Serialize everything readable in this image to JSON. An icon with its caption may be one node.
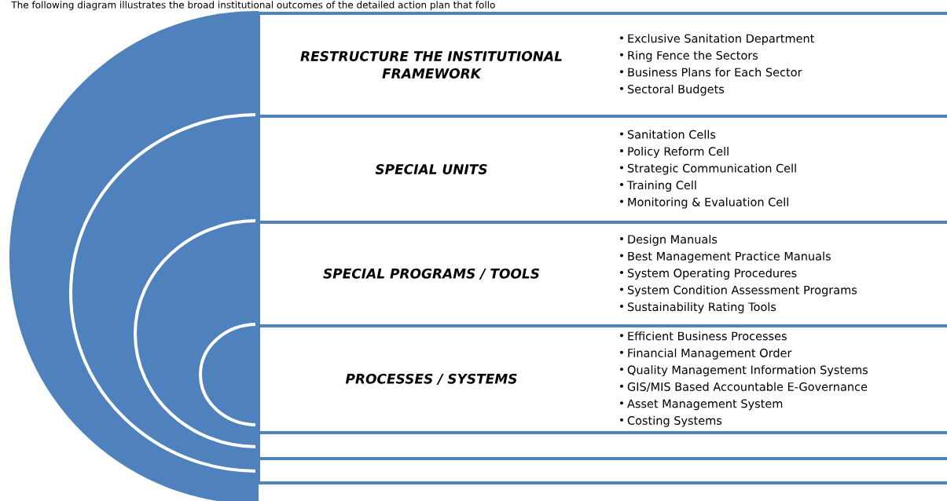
{
  "diagram": {
    "nodes": [
      {
        "text": [
          "RESTRUCTURE THE INSTITUTIONAL FRAMEWORK",
          "Exclusive Sanitation Department",
          "Ring Fence the Sectors",
          "Business Plans for Each Sector",
          "Sectoral Budgets"
        ]
      },
      {
        "text": [
          "SPECIAL UNITS",
          "Sanitation Cells",
          "Policy Reform Cell",
          "Strategic Communication Cell",
          "Training Cell",
          "Monitoring & Evaluation Cell"
        ]
      },
      {
        "text": [
          "SPECIAL PROGRAMS / TOOLS",
          "Design Manuals",
          "Best Management Practice Manuals",
          "System Operating Procedures",
          "System Condition Assessment Programs",
          "Sustainability Rating Tools"
        ]
      },
      {
        "text": [
          "PROCESSES / SYSTEMS",
          "Efficient Business Processes",
          "Financial Management Order",
          "Quality Management Information Systems",
          "GIS/MIS Based Accountable E-Governance",
          "Asset Management System",
          "Costing Systems"
        ]
      },
      {
        "text": [],
        "shape": "box"
      },
      {
        "text": [],
        "shape": "box"
      }
    ],
    "edges": [],
    "labels": [
      "The following diagram illustrates the broad institutional outcomes of the detailed action plan that follo"
    ]
  }
}
